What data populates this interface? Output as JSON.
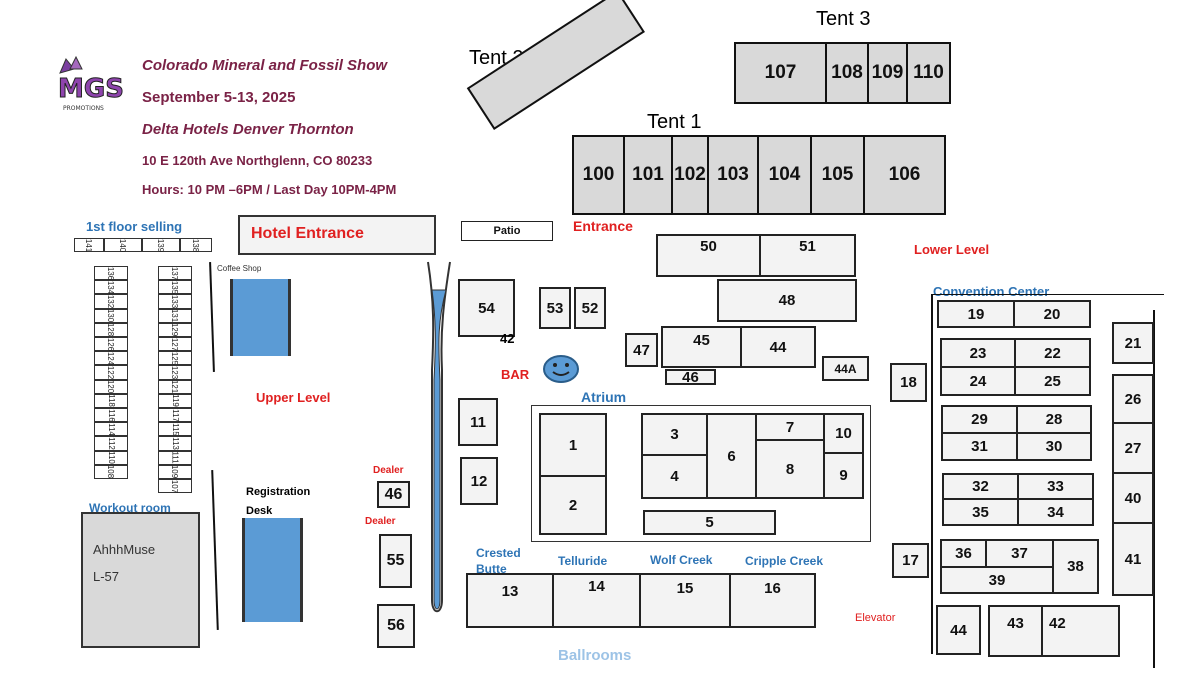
{
  "header": {
    "title": "Colorado Mineral and Fossil Show",
    "dates": "September 5-13, 2025",
    "venue": "Delta Hotels Denver Thornton",
    "address": "10 E 120th  Ave  Northglenn, CO 80233",
    "hours": "Hours: 10 PM –6PM / Last Day 10PM-4PM",
    "logo_text": "MGS",
    "logo_sub": "PROMOTIONS"
  },
  "tents": {
    "tent1": "Tent 1",
    "tent2": "Tent 2",
    "tent3": "Tent 3",
    "tent1_booths": [
      "100",
      "101",
      "102",
      "103",
      "104",
      "105",
      "106"
    ],
    "tent3_booths": [
      "107",
      "108",
      "109",
      "110"
    ]
  },
  "labels": {
    "first_floor": "1st floor selling",
    "coffee_shop": "Coffee Shop",
    "hotel_entrance": "Hotel Entrance",
    "patio": "Patio",
    "entrance": "Entrance",
    "lower_level": "Lower Level",
    "convention_center": "Convention Center",
    "upper_level": "Upper Level",
    "bar": "BAR",
    "atrium": "Atrium",
    "dealer1": "Dealer",
    "dealer2": "Dealer",
    "registration": "Registration",
    "desk": "Desk",
    "workout_room": "Workout room",
    "workout_note1": "AhhhMuse",
    "workout_note2": "L-57",
    "crested_butte": "Crested Butte",
    "telluride": "Telluride",
    "wolf_creek": "Wolf Creek",
    "cripple_creek": "Cripple Creek",
    "ballrooms": "Ballrooms",
    "elevator": "Elevator"
  },
  "first_floor_top_row": [
    "141",
    "140",
    "139",
    "138"
  ],
  "first_floor_col_left": [
    "136",
    "134",
    "132",
    "130",
    "128",
    "126",
    "124",
    "122",
    "120",
    "118",
    "116",
    "114",
    "112",
    "110",
    "108"
  ],
  "first_floor_col_right": [
    "137",
    "135",
    "133",
    "131",
    "129",
    "127",
    "125",
    "123",
    "121",
    "119",
    "117",
    "115",
    "113",
    "111",
    "109",
    "107"
  ],
  "booths": {
    "b1": "1",
    "b2": "2",
    "b3": "3",
    "b4": "4",
    "b5": "5",
    "b6": "6",
    "b7": "7",
    "b8": "8",
    "b9": "9",
    "b10": "10",
    "b11": "11",
    "b12": "12",
    "b13": "13",
    "b14": "14",
    "b15": "15",
    "b16": "16",
    "b17": "17",
    "b18": "18",
    "b19": "19",
    "b20": "20",
    "b21": "21",
    "b22": "22",
    "b23": "23",
    "b24": "24",
    "b25": "25",
    "b26": "26",
    "b27": "27",
    "b28": "28",
    "b29": "29",
    "b30": "30",
    "b31": "31",
    "b32": "32",
    "b33": "33",
    "b34": "34",
    "b35": "35",
    "b36": "36",
    "b37": "37",
    "b38": "38",
    "b39": "39",
    "b40": "40",
    "b41": "41",
    "b42": "42",
    "b42a": "42",
    "b43": "43",
    "b44": "44",
    "b44b": "44",
    "b44a": "44A",
    "b45": "45",
    "b46": "46",
    "b46b": "46",
    "b47": "47",
    "b48": "48",
    "b50": "50",
    "b51": "51",
    "b52": "52",
    "b53": "53",
    "b54": "54",
    "b55": "55",
    "b56": "56"
  },
  "colors": {
    "header_text": "#7a2246",
    "label_blue": "#2e74b5",
    "label_red": "#e02020",
    "tent_fill": "#d9d9d9",
    "booth_fill": "#f3f3f3",
    "feature_blue": "#5b9bd5",
    "ballrooms_text": "#9dc3e6"
  }
}
